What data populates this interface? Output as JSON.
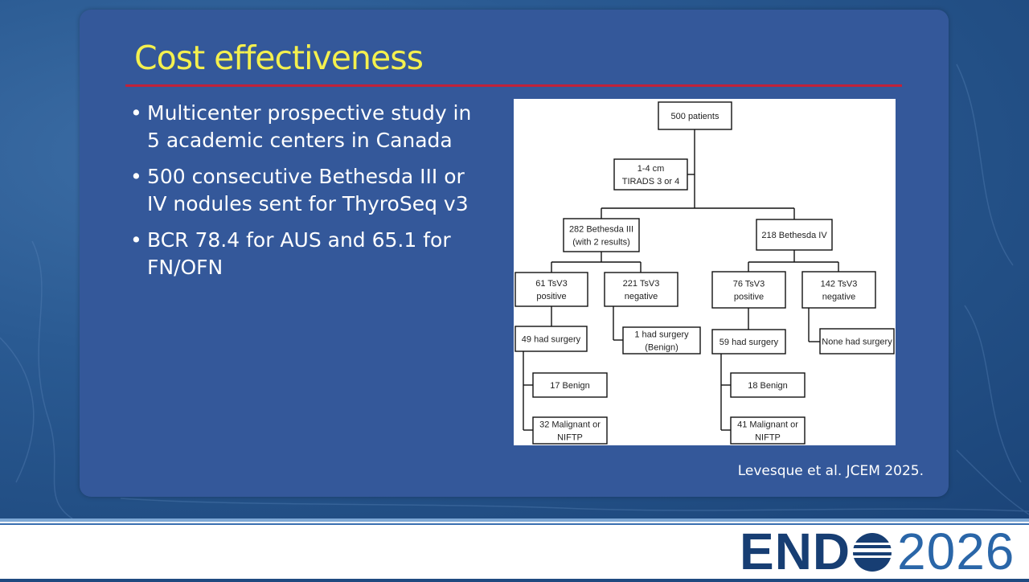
{
  "slide": {
    "title": "Cost effectiveness",
    "bullets": [
      "Multicenter prospective study in 5 academic centers in Canada",
      "500 consecutive Bethesda III or IV nodules sent for ThyroSeq v3",
      "BCR 78.4 for AUS and 65.1 for FN/OFN"
    ],
    "citation": "Levesque et al. JCEM 2025."
  },
  "flowchart": {
    "nodes": {
      "root": [
        "500 patients"
      ],
      "criteria": [
        "1-4 cm",
        "TIRADS 3 or 4"
      ],
      "b3": [
        "282 Bethesda III",
        "(with 2 results)"
      ],
      "b4": [
        "218 Bethesda IV"
      ],
      "b3_pos": [
        "61 TsV3",
        "positive"
      ],
      "b3_neg": [
        "221 TsV3",
        "negative"
      ],
      "b4_pos": [
        "76 TsV3",
        "positive"
      ],
      "b4_neg": [
        "142 TsV3",
        "negative"
      ],
      "b3_pos_surg": [
        "49 had surgery"
      ],
      "b3_neg_surg": [
        "1 had surgery",
        "(Benign)"
      ],
      "b4_pos_surg": [
        "59 had surgery"
      ],
      "b4_neg_surg": [
        "None had surgery"
      ],
      "b3_benign": [
        "17 Benign"
      ],
      "b3_malig": [
        "32 Malignant or",
        "NIFTP"
      ],
      "b4_benign": [
        "18 Benign"
      ],
      "b4_malig": [
        "41 Malignant or",
        "NIFTP"
      ]
    }
  },
  "footer": {
    "logo_word": "END",
    "logo_year": "2026"
  },
  "colors": {
    "title": "#f4f04e",
    "rule": "#c0223a",
    "panel": "#34589a",
    "logo_dark": "#173e73",
    "logo_light": "#2a66a8"
  }
}
